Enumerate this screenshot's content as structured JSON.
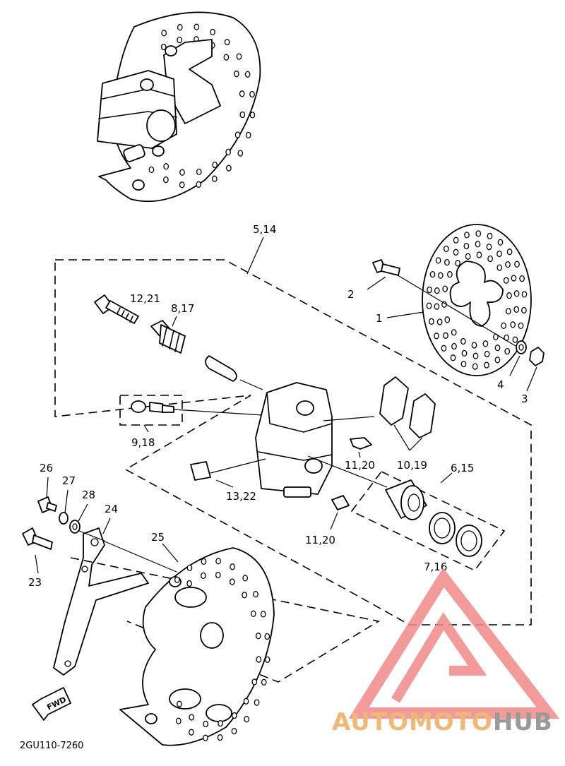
{
  "callouts": {
    "c5_14": "5,14",
    "c12_21": "12,21",
    "c8_17": "8,17",
    "c2": "2",
    "c1": "1",
    "c4": "4",
    "c3": "3",
    "c9_18": "9,18",
    "c11_20a": "11,20",
    "c10_19": "10,19",
    "c6_15": "6,15",
    "c13_22": "13,22",
    "c11_20b": "11,20",
    "c7_16": "7,16",
    "c26": "26",
    "c27": "27",
    "c28": "28",
    "c24": "24",
    "c25": "25",
    "c23": "23"
  },
  "fwd_label": "FWD",
  "diagram_code": "2GU110-7260",
  "watermark": {
    "part1": "AUTOMOTO",
    "part2": "HUB",
    "color_auto": "#f0b878",
    "color_hub": "#9a9a9a",
    "logo_color": "#f28a8a"
  }
}
